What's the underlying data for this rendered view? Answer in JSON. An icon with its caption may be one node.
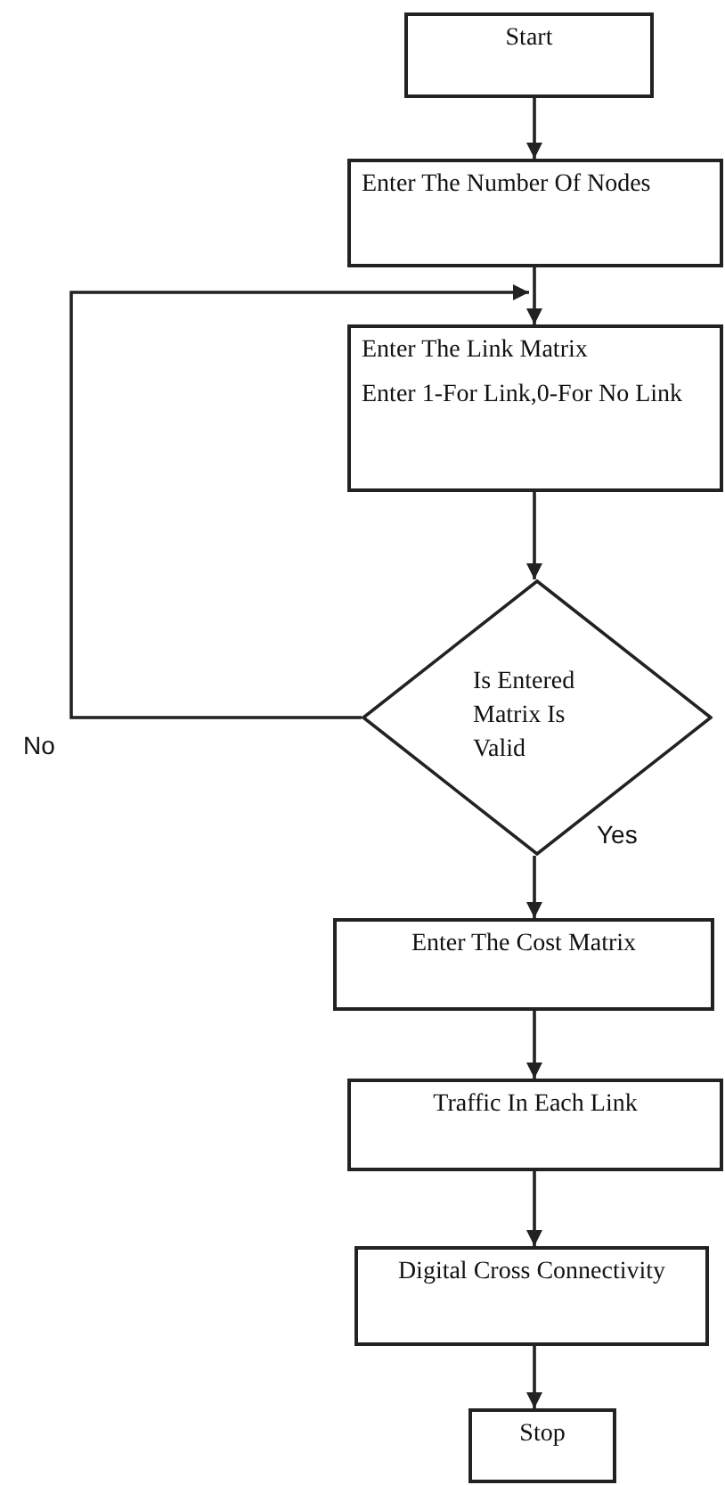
{
  "diagram": {
    "nodes": [
      {
        "text": [
          "Start"
        ]
      },
      {
        "text": [
          "Enter The Number Of Nodes"
        ]
      },
      {
        "text": [
          "Enter The Link Matrix",
          "Enter 1-For Link,0-For No Link"
        ]
      },
      {
        "text": [
          "Is Entered Matrix Is Valid"
        ]
      },
      {
        "text": [
          "Enter The Cost Matrix"
        ]
      },
      {
        "text": [
          "Traffic In Each Link"
        ]
      },
      {
        "text": [
          "Digital Cross Connectivity"
        ]
      },
      {
        "text": [
          "Stop"
        ]
      }
    ],
    "edges": [
      {
        "from": 0,
        "to": 1,
        "arrow": "to"
      },
      {
        "from": 1,
        "to": 2,
        "arrow": "to"
      },
      {
        "from": 2,
        "to": 3,
        "arrow": "to"
      },
      {
        "from": 3,
        "to": 2,
        "arrow": "to",
        "label": "No"
      },
      {
        "from": 3,
        "to": 4,
        "arrow": "to",
        "label": "Yes"
      },
      {
        "from": 4,
        "to": 5,
        "arrow": "to"
      },
      {
        "from": 5,
        "to": 6,
        "arrow": "to"
      },
      {
        "from": 6,
        "to": 7,
        "arrow": "to"
      }
    ]
  }
}
